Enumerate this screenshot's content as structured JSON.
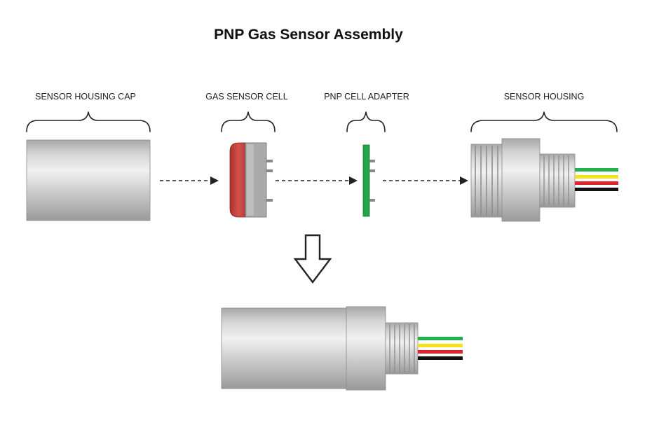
{
  "title": "PNP Gas Sensor Assembly",
  "components": {
    "cap": "SENSOR HOUSING CAP",
    "cell": "GAS SENSOR CELL",
    "adapter": "PNP CELL ADAPTER",
    "housing": "SENSOR HOUSING"
  },
  "wire_colors": [
    "#23b14d",
    "#f5e21b",
    "#e0242b",
    "#111111"
  ],
  "colors": {
    "cell_red": "#c9433f",
    "cell_grey": "#a9a9a9",
    "adapter_green": "#23a64a",
    "metal": "#c8c8c8"
  }
}
